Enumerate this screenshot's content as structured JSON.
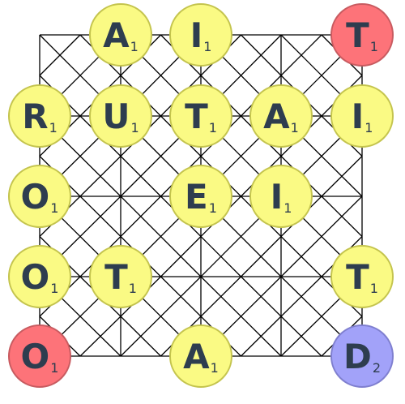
{
  "board": {
    "colors": {
      "normal": "#fafa84",
      "red": "#fd7379",
      "blue": "#a2a2f9",
      "line": "#000000",
      "text": "#2e3d4f"
    },
    "tiles": [
      {
        "id": "r0c1",
        "row": 0,
        "col": 1,
        "letter": "A",
        "score": "1",
        "type": "normal"
      },
      {
        "id": "r0c2",
        "row": 0,
        "col": 2,
        "letter": "I",
        "score": "1",
        "type": "normal"
      },
      {
        "id": "r0c4",
        "row": 0,
        "col": 4,
        "letter": "T",
        "score": "1",
        "type": "red"
      },
      {
        "id": "r1c0",
        "row": 1,
        "col": 0,
        "letter": "R",
        "score": "1",
        "type": "normal"
      },
      {
        "id": "r1c1",
        "row": 1,
        "col": 1,
        "letter": "U",
        "score": "1",
        "type": "normal"
      },
      {
        "id": "r1c2",
        "row": 1,
        "col": 2,
        "letter": "T",
        "score": "1",
        "type": "normal"
      },
      {
        "id": "r1c3",
        "row": 1,
        "col": 3,
        "letter": "A",
        "score": "1",
        "type": "normal"
      },
      {
        "id": "r1c4",
        "row": 1,
        "col": 4,
        "letter": "I",
        "score": "1",
        "type": "normal"
      },
      {
        "id": "r2c0",
        "row": 2,
        "col": 0,
        "letter": "O",
        "score": "1",
        "type": "normal"
      },
      {
        "id": "r2c2",
        "row": 2,
        "col": 2,
        "letter": "E",
        "score": "1",
        "type": "normal"
      },
      {
        "id": "r2c3",
        "row": 2,
        "col": 3,
        "letter": "I",
        "score": "1",
        "type": "normal"
      },
      {
        "id": "r3c0",
        "row": 3,
        "col": 0,
        "letter": "O",
        "score": "1",
        "type": "normal"
      },
      {
        "id": "r3c1",
        "row": 3,
        "col": 1,
        "letter": "T",
        "score": "1",
        "type": "normal"
      },
      {
        "id": "r3c4",
        "row": 3,
        "col": 4,
        "letter": "T",
        "score": "1",
        "type": "normal"
      },
      {
        "id": "r4c0",
        "row": 4,
        "col": 0,
        "letter": "O",
        "score": "1",
        "type": "red"
      },
      {
        "id": "r4c2",
        "row": 4,
        "col": 2,
        "letter": "A",
        "score": "1",
        "type": "normal"
      },
      {
        "id": "r4c4",
        "row": 4,
        "col": 4,
        "letter": "D",
        "score": "2",
        "type": "blue"
      }
    ]
  }
}
